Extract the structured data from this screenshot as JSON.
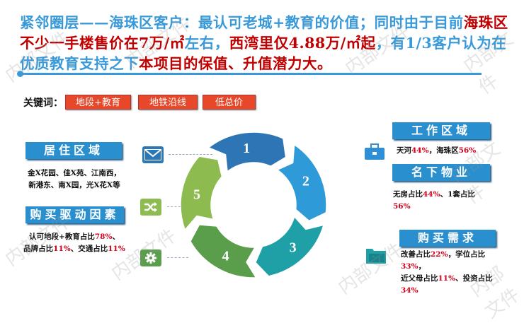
{
  "title": {
    "segments": [
      {
        "text": "紧邻圈层——海珠区客户：最认可老城+教育的价值；同时由于目前",
        "red": false
      },
      {
        "text": "海珠区不少一手楼售价在7万/㎡",
        "red": true
      },
      {
        "text": "左右，",
        "red": false
      },
      {
        "text": "西湾里仅4.88万/㎡起",
        "red": true
      },
      {
        "text": "，有1/3客户认为在优质教育支持之下",
        "red": false
      },
      {
        "text": "本项目的保值、升值潜力大。",
        "red": true
      }
    ]
  },
  "keywords": {
    "label": "关键词：",
    "items": [
      "地段+教育",
      "地铁沿线",
      "低总价"
    ]
  },
  "cycle": {
    "steps": [
      "1",
      "2",
      "3",
      "4",
      "5"
    ],
    "colors": [
      "#2e75b6",
      "#2e9bd8",
      "#1f9fa6",
      "#5a9e4b",
      "#8dbb4f"
    ]
  },
  "panels": {
    "residence": {
      "title": "居住区域",
      "lines": [
        "金X花园、佳X苑、江南西，",
        "新港东、南X园，光X花X等"
      ],
      "icon": "envelope-icon"
    },
    "drivers": {
      "title": "购买驱动因素",
      "line1_a": "认可地段+教育占比",
      "line1_p": "78%",
      "line1_b": "、",
      "line2_a": "品牌占比",
      "line2_p": "11%",
      "line2_b": "、交通占比",
      "line2_p2": "11%",
      "icon": "shuffle-icon"
    },
    "gear": {
      "icon": "gear-icon"
    },
    "work": {
      "title": "工作区域",
      "a": "天河",
      "p1": "44%",
      "b": "，海珠区",
      "p2": "56%",
      "icon": "briefcase-icon"
    },
    "property": {
      "title": "名下物业",
      "a": "无房占比",
      "p1": "44%",
      "b": "、1套占比",
      "p2": "56%"
    },
    "demand": {
      "title": "购买需求",
      "l1a": "改善占比",
      "l1p": "22%",
      "l1b": "，学位占比",
      "l1p2": "33%",
      "l1c": "，",
      "l2a": "近父母占比",
      "l2p": "11%",
      "l2b": "、投资占比",
      "l2p2": "34%",
      "icon": "folder-icon"
    }
  },
  "watermark": "内部文件"
}
